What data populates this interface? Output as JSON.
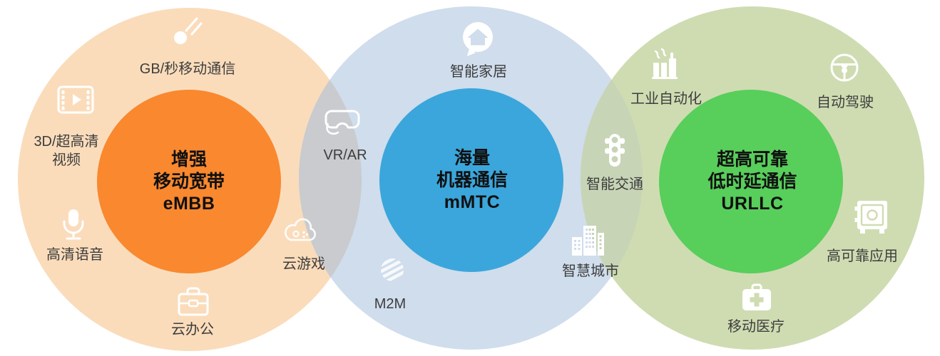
{
  "colors": {
    "embb_outer": "#FADCBB",
    "embb_inner": "#F9882F",
    "mmtc_outer": "#CFDDEC",
    "mmtc_inner": "#3BA6DB",
    "urllc_outer": "#CFDCB2",
    "urllc_inner": "#58CE5B",
    "overlap_embb_mmtc": "#C9CBCE",
    "overlap_mmtc_urllc": "#C7D4B6"
  },
  "embb": {
    "line1": "增强",
    "line2": "移动宽带",
    "line3": "eMBB",
    "gbps_label": "GB/秒移动通信",
    "video_label_line1": "3D/超高清",
    "video_label_line2": "视频",
    "voice_label": "高清语音",
    "cloud_office_label": "云办公"
  },
  "mmtc": {
    "line1": "海量",
    "line2": "机器通信",
    "line3": "mMTC",
    "smart_home_label": "智能家居",
    "m2m_label": "M2M"
  },
  "urllc": {
    "line1": "超高可靠",
    "line2": "低时延通信",
    "line3": "URLLC",
    "industrial_label": "工业自动化",
    "driving_label": "自动驾驶",
    "reliable_label": "高可靠应用",
    "medical_label": "移动医疗"
  },
  "overlap": {
    "vr_ar_label": "VR/AR",
    "cloud_gaming_label": "云游戏",
    "traffic_label": "智能交通",
    "city_label": "智慧城市"
  }
}
